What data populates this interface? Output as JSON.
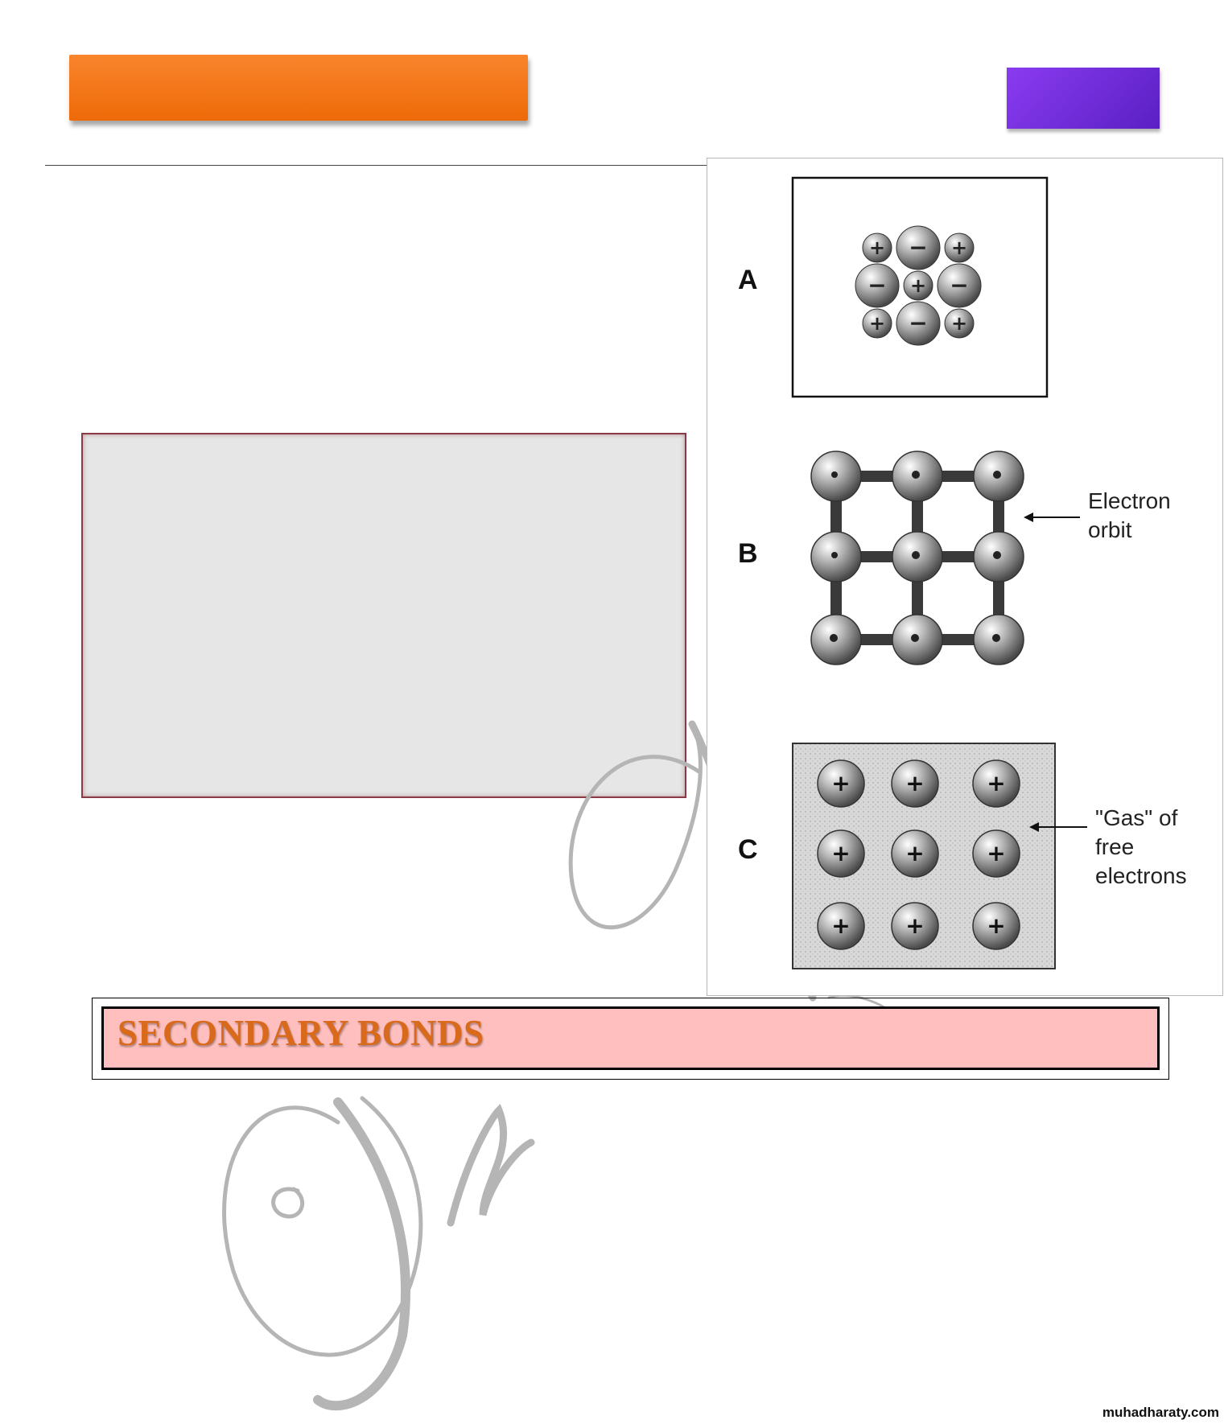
{
  "header": {
    "banner_color": "#f57d1f",
    "badge_color": "#7130df"
  },
  "figure": {
    "panels": [
      {
        "label": "A",
        "annotation": ""
      },
      {
        "label": "B",
        "annotation": "Electron\norbit"
      },
      {
        "label": "C",
        "annotation": "\"Gas\" of\nfree\nelectrons"
      }
    ]
  },
  "section": {
    "title": "SECONDARY BONDS",
    "title_color": "#d9691b",
    "bar_color": "#ffbfbf"
  },
  "footer": {
    "site": "muhadharaty.com"
  }
}
